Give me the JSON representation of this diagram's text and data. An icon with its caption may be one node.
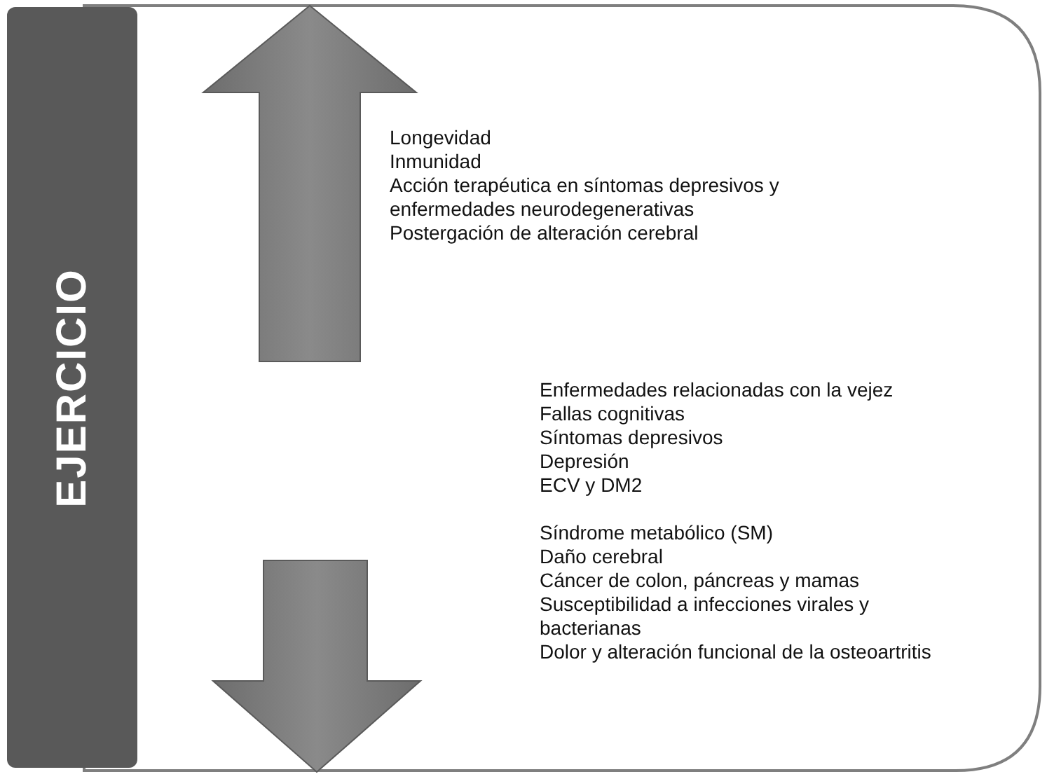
{
  "diagram": {
    "nodes": [
      {
        "text": [
          "EJERCICIO"
        ]
      }
    ],
    "labels": [
      "Longevidad",
      "Inmunidad",
      "Acción terapéutica en síntomas depresivos y enfermedades neurodegenerativas",
      "Postergación de alteración cerebral",
      "Enfermedades relacionadas con la vejez",
      "Fallas cognitivas",
      "Síntomas depresivos",
      "Depresión",
      "ECV y DM2",
      "Síndrome metabólico (SM)",
      "Daño cerebral",
      "Cáncer de colon, páncreas y mamas",
      "Susceptibilidad a infecciones virales y bacterianas",
      "Dolor y alteración funcional de la osteoartritis"
    ]
  }
}
